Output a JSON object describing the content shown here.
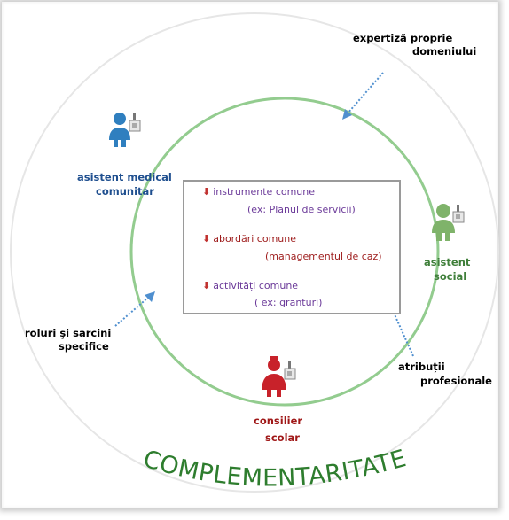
{
  "title": "COMPLEMENTARITATE",
  "roles": {
    "medical": [
      "asistent medical",
      "comunitar"
    ],
    "social": [
      "asistent",
      "social"
    ],
    "counselor": [
      "consilier",
      "scolar"
    ]
  },
  "annotations": {
    "top_right": [
      "expertiză proprie",
      "domeniului"
    ],
    "left": [
      "roluri şi sarcini",
      "specifice"
    ],
    "right": [
      "atribuții",
      "profesionale"
    ]
  },
  "center": {
    "items": [
      {
        "label": "instrumente comune",
        "example": "(ex:  Planul de servicii)"
      },
      {
        "label": "abordări comune",
        "example": "(managementul de caz)"
      },
      {
        "label": "activități comune",
        "example": "( ex: granturi)"
      }
    ]
  },
  "colors": {
    "circle": "#8fc98f",
    "outer_circle": "#e4e4e4",
    "arrow": "#4f8fcf",
    "medical": "#2f7fbf",
    "social": "#7fb36a",
    "counselor": "#c8222a",
    "role_text_blue": "#1f4f8f",
    "role_text_green": "#3f7f3a",
    "role_text_red": "#a01818",
    "title": "#2e7d2e"
  },
  "icons": [
    "person-icon",
    "arrow-icon"
  ]
}
